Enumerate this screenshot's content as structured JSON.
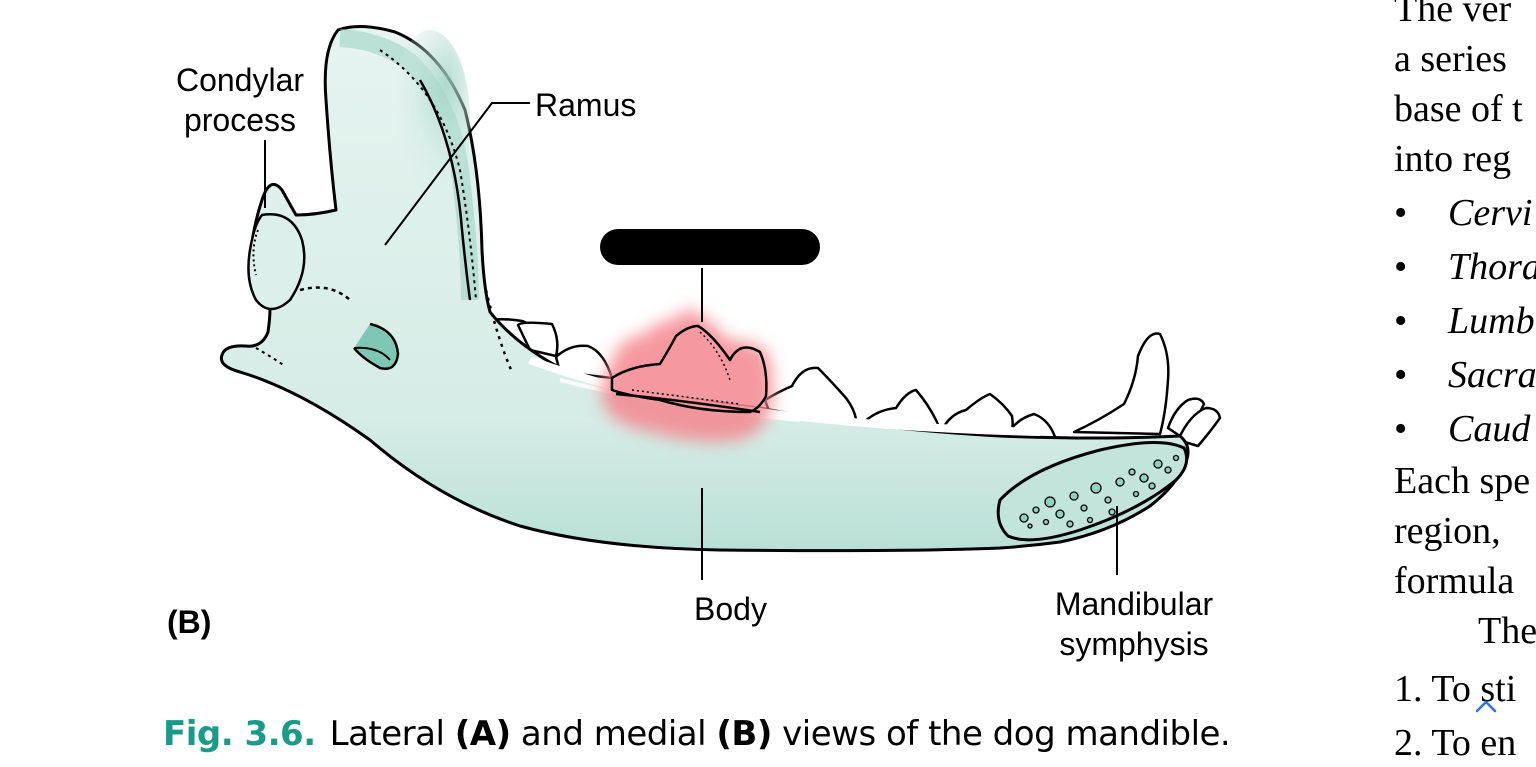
{
  "figure": {
    "labels": {
      "condylar_process": [
        "Condylar",
        "process"
      ],
      "ramus": "Ramus",
      "body": "Body",
      "mandibular_symphysis": [
        "Mandibular",
        "symphysis"
      ],
      "panel": "(B)"
    },
    "caption": {
      "number": "Fig. 3.6.",
      "part1": "Lateral ",
      "a": "(A)",
      "part2": " and medial ",
      "b": "(B)",
      "part3": " views of the dog mandible."
    },
    "colors": {
      "bone_fill": "#dcefea",
      "bone_shade": "#a9d8cc",
      "highlight": "#f4878f",
      "caption_accent": "#1a9b8a"
    }
  },
  "text_column": {
    "lines_top": [
      "The ver",
      "a series",
      "base of t",
      "into reg"
    ],
    "bullets": [
      "Cervi",
      "Thora",
      "Lumb",
      "Sacra",
      "Caud"
    ],
    "bullet_glyph": "•",
    "lines_mid": [
      "Each spe",
      "region,",
      "formula"
    ],
    "indent_line": "The",
    "numbered": [
      "1. To sti",
      "2. To en"
    ]
  }
}
